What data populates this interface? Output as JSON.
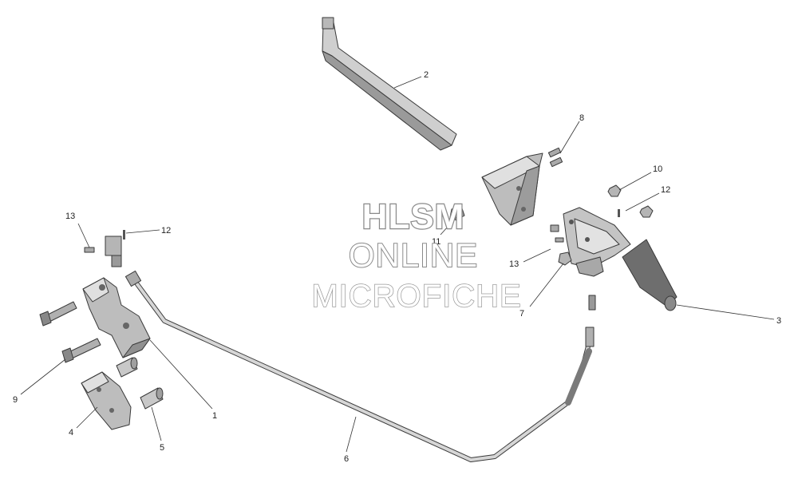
{
  "watermark": {
    "line1": "HLSM",
    "line2": "ONLINE",
    "line3": "MICROFICHE"
  },
  "callouts": [
    {
      "id": "c1",
      "text": "1"
    },
    {
      "id": "c2",
      "text": "2"
    },
    {
      "id": "c3",
      "text": "3"
    },
    {
      "id": "c4",
      "text": "4"
    },
    {
      "id": "c5",
      "text": "5"
    },
    {
      "id": "c6",
      "text": "6"
    },
    {
      "id": "c7",
      "text": "7"
    },
    {
      "id": "c8",
      "text": "8"
    },
    {
      "id": "c9",
      "text": "9"
    },
    {
      "id": "c10",
      "text": "10"
    },
    {
      "id": "c11",
      "text": "11"
    },
    {
      "id": "c12a",
      "text": "12"
    },
    {
      "id": "c12b",
      "text": "12"
    },
    {
      "id": "c13a",
      "text": "13"
    },
    {
      "id": "c13b",
      "text": "13"
    }
  ],
  "colors": {
    "part_fill": "#c9c9c9",
    "part_dark": "#8f8f8f",
    "grip": "#6e6e6e",
    "outline": "#3a3a3a"
  }
}
